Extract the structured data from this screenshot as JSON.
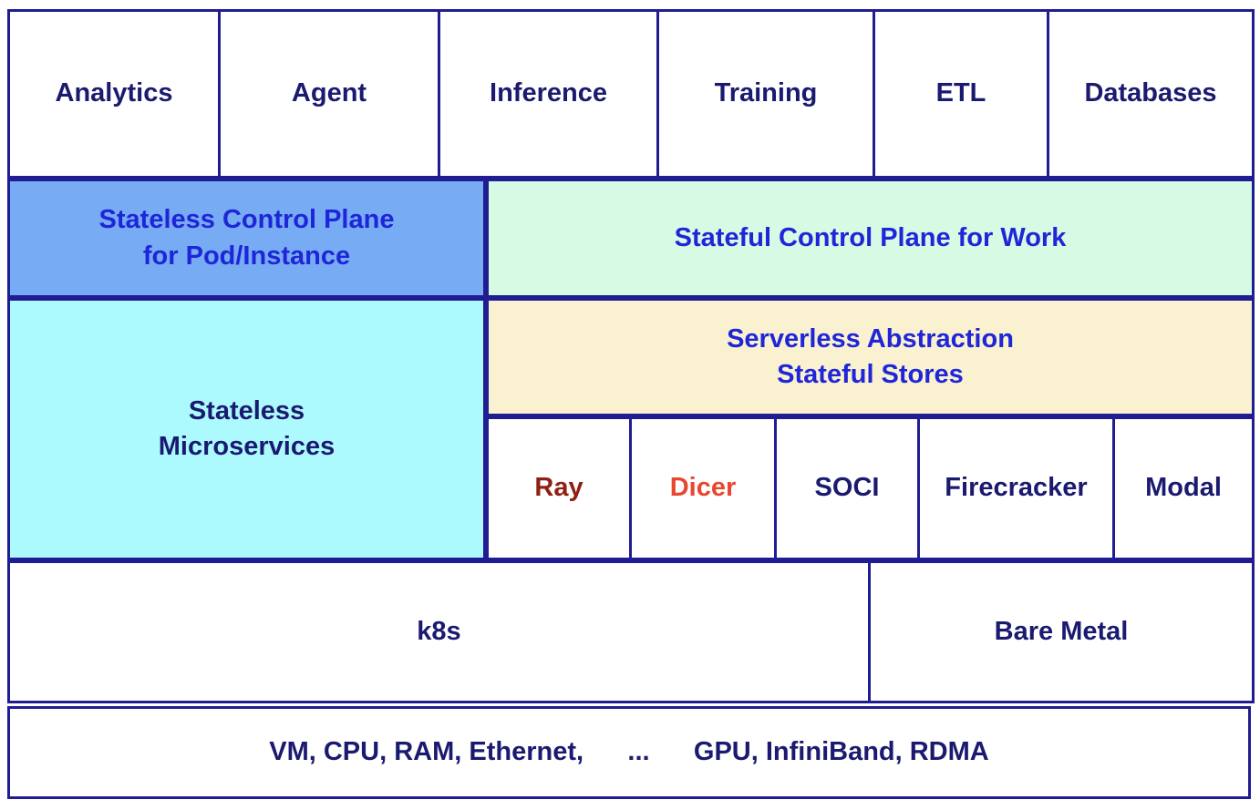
{
  "colors": {
    "border": "#201D93",
    "heading_text": "#1A1A70",
    "accent_text": "#1E26D8",
    "stateless_control_bg": "#77ABF4",
    "stateful_control_bg": "#D7FAE5",
    "microservices_bg": "#ACFAFE",
    "serverless_bg": "#FAF1D0",
    "ray_text": "#8E2013",
    "dicer_text": "#E8472F"
  },
  "layers": {
    "applications": {
      "items": [
        "Analytics",
        "Agent",
        "Inference",
        "Training",
        "ETL",
        "Databases"
      ]
    },
    "control": {
      "stateless": {
        "label": "Stateless Control Plane\nfor Pod/Instance"
      },
      "stateful": {
        "label": "Stateful Control Plane for Work"
      }
    },
    "middle": {
      "microservices": {
        "label": "Stateless\nMicroservices"
      },
      "serverless": {
        "label": "Serverless Abstraction\nStateful Stores"
      },
      "runtimes": {
        "items": [
          {
            "label": "Ray",
            "text_color": "#8E2013"
          },
          {
            "label": "Dicer",
            "text_color": "#E8472F"
          },
          {
            "label": "SOCI",
            "text_color": "#1A1A70"
          },
          {
            "label": "Firecracker",
            "text_color": "#1A1A70"
          },
          {
            "label": "Modal",
            "text_color": "#1A1A70"
          }
        ]
      }
    },
    "orchestration": {
      "k8s": {
        "label": "k8s"
      },
      "bare_metal": {
        "label": "Bare Metal"
      }
    },
    "hardware": {
      "label": "VM, CPU, RAM, Ethernet,      ...      GPU, InfiniBand, RDMA"
    }
  }
}
